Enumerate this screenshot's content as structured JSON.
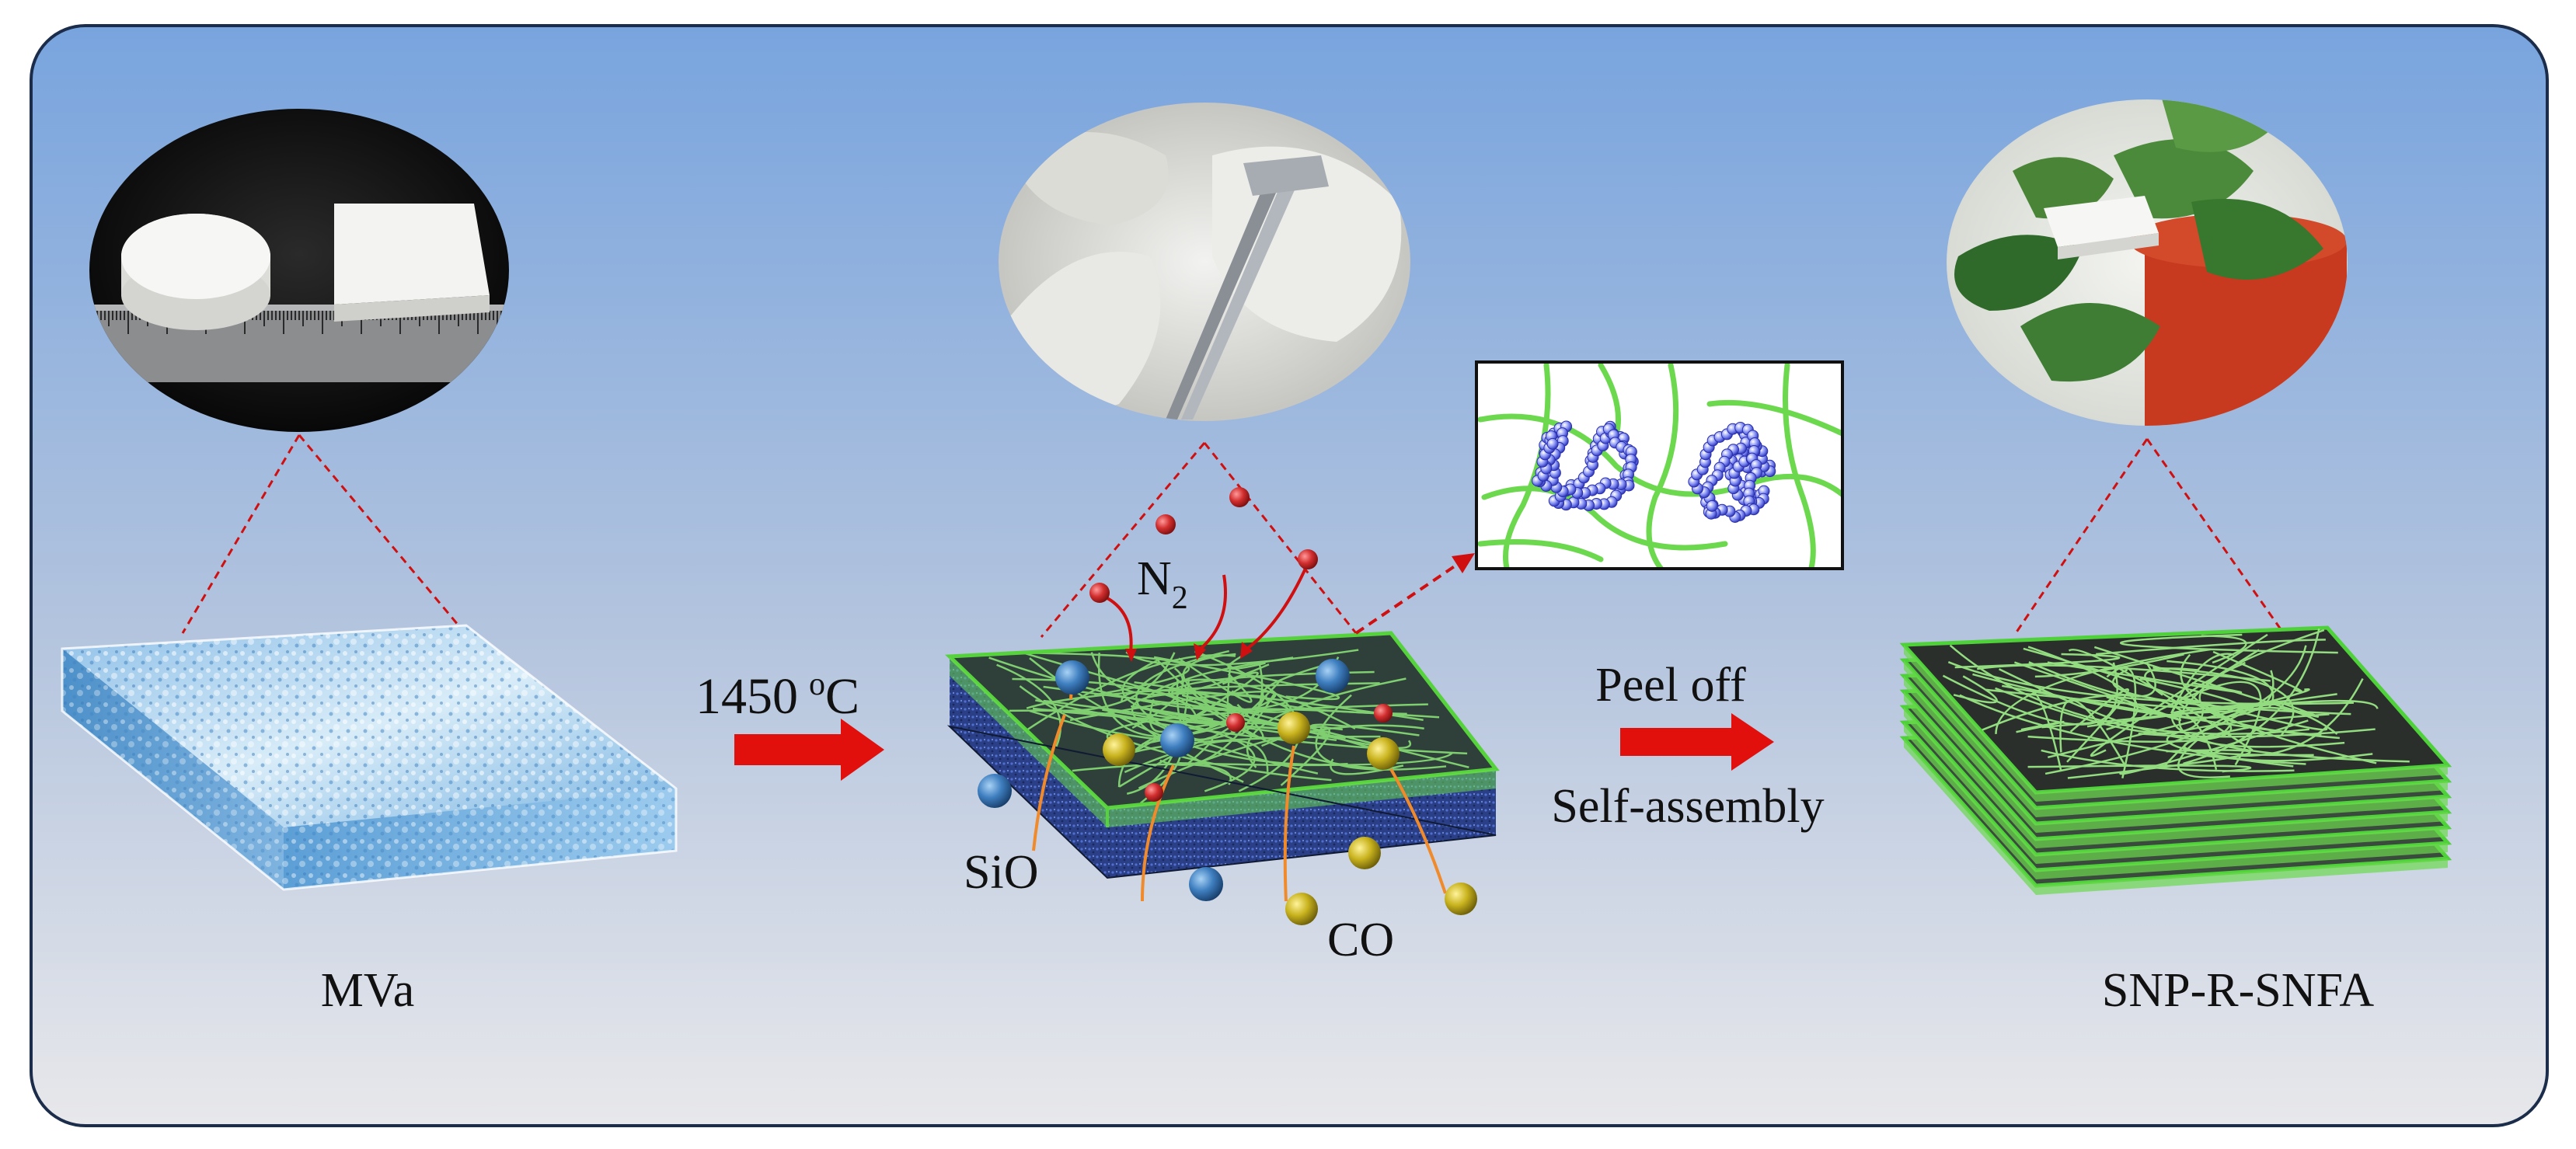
{
  "stages": {
    "left_label": "MVa",
    "right_label": "SNP-R-SNFA"
  },
  "process": {
    "temperature_value": "1450",
    "temperature_unit_sup": "o",
    "temperature_unit": "C",
    "step2_line1": "Peel off",
    "step2_line2": "Self-assembly"
  },
  "gases": {
    "n2_main": "N",
    "n2_sub": "2",
    "sio": "SiO",
    "co": "CO"
  },
  "colors": {
    "panel_top": "#7aa6df",
    "panel_bottom": "#e7e7ea",
    "panel_border": "#1b2d4a",
    "arrow_red": "#e1100d",
    "fiber_green": "#62d84a",
    "sphere_red": "#d22f2f",
    "sphere_blue": "#3f7fc0",
    "sphere_gold": "#c9b31e",
    "sio_curve": "#f08a2a"
  },
  "icons": [
    "ruler-photo",
    "tweezers-photo",
    "plant-photo",
    "heat-arrow-icon",
    "peel-arrow-icon"
  ]
}
